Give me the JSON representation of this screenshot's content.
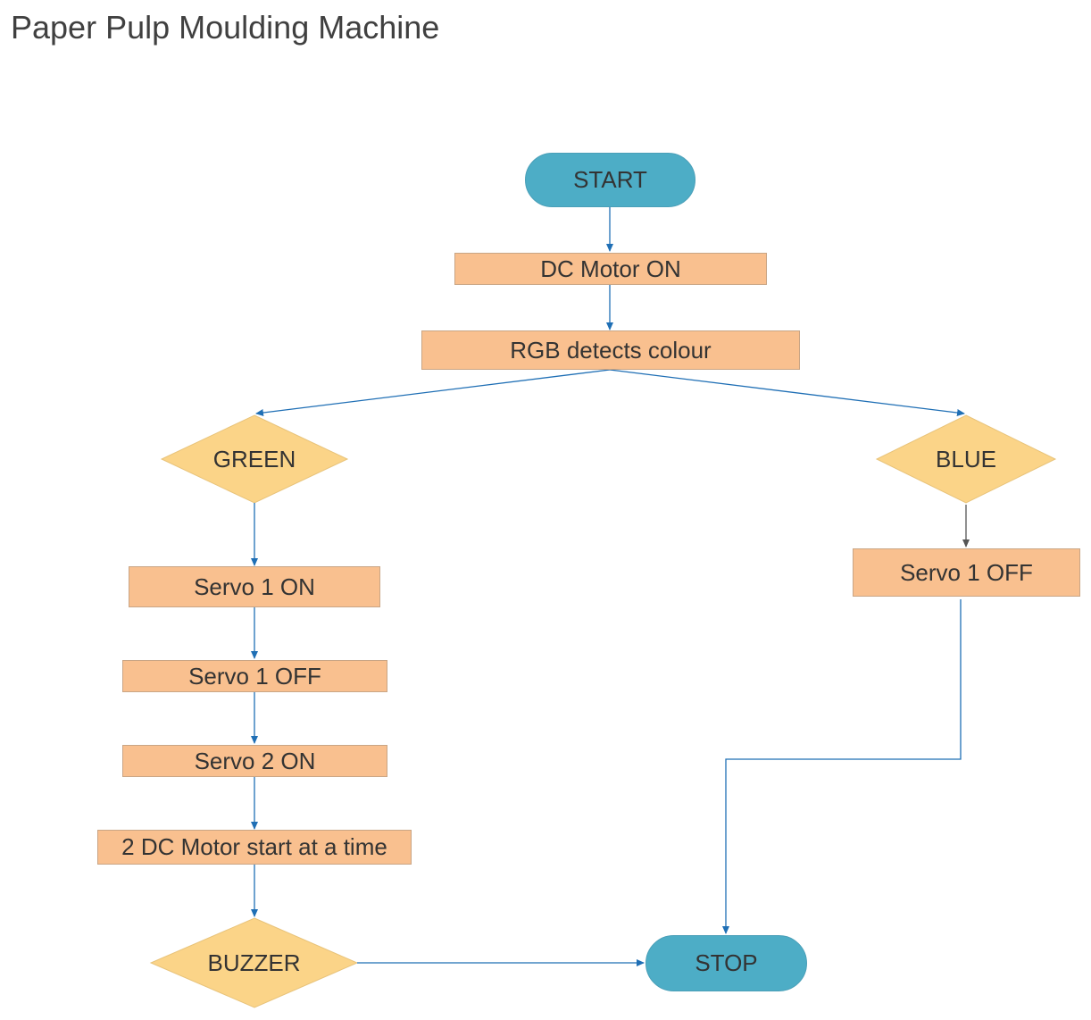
{
  "title": "Paper Pulp Moulding Machine",
  "colors": {
    "terminal_fill": "#4dadc6",
    "process_fill": "#f9c08f",
    "decision_fill": "#fbd488",
    "connector": "#1f6fb5",
    "connector_dark": "#555555"
  },
  "nodes": {
    "start": "START",
    "dc_motor_on": "DC Motor ON",
    "rgb_detects": "RGB detects colour",
    "green": "GREEN",
    "blue": "BLUE",
    "servo1_on": "Servo 1 ON",
    "servo1_off_left": "Servo 1 OFF",
    "servo2_on": "Servo 2 ON",
    "dc_motor_start": "2 DC Motor start at a time",
    "buzzer": "BUZZER",
    "servo1_off_right": "Servo 1 OFF",
    "stop": "STOP"
  }
}
